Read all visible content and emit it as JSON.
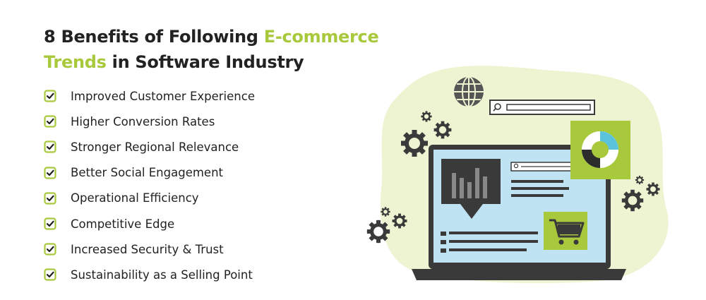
{
  "title": {
    "part1": "8 Benefits of Following ",
    "accent1": "E-commerce",
    "accent2": "Trends",
    "part2": " in Software Industry"
  },
  "benefits": [
    "Improved Customer Experience",
    "Higher Conversion Rates",
    "Stronger Regional Relevance",
    "Better Social Engagement",
    "Operational Efficiency",
    "Competitive Edge",
    "Increased Security & Trust",
    "Sustainability as a Selling Point"
  ],
  "colors": {
    "accent": "#a9c93c",
    "blob": "#eef4d2",
    "screen": "#bfe3f3",
    "dark": "#3a3a3a"
  },
  "icons": [
    "checkbox-icon",
    "globe-icon",
    "search-bar-icon",
    "gear-icon",
    "laptop-icon",
    "bar-chart-icon",
    "pie-chart-icon",
    "shopping-cart-icon"
  ]
}
